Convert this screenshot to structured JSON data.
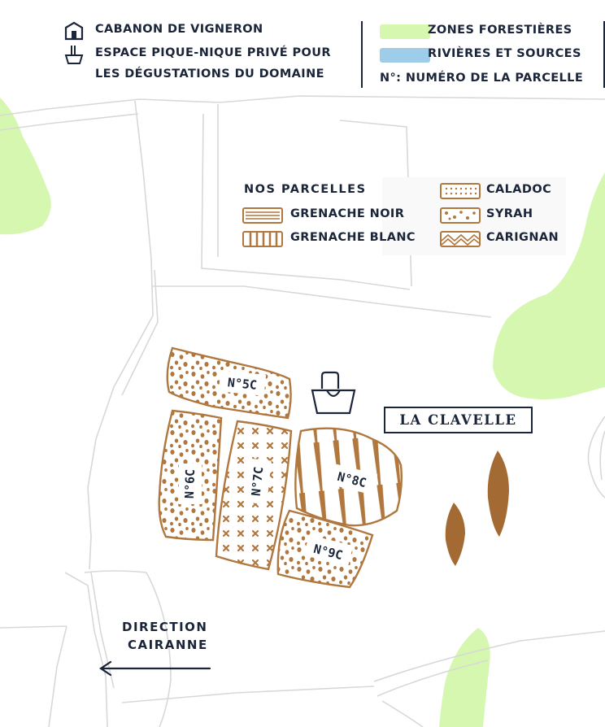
{
  "legend": {
    "cabin_label": "CABANON DE VIGNERON",
    "picnic_label_line1": "ESPACE PIQUE-NIQUE PRIVÉ POUR",
    "picnic_label_line2": "LES DÉGUSTATIONS DU DOMAINE",
    "forest_label": "ZONES FORESTIÈRES",
    "river_label": "RIVIÈRES ET SOURCES",
    "parcel_number_label": "N°: NUMÉRO DE LA PARCELLE",
    "forest_color": "#d6f7b0",
    "river_color": "#9ecde9"
  },
  "parcel_legend": {
    "title": "NOS PARCELLES",
    "items": [
      {
        "label": "GRENACHE NOIR",
        "pattern": "horizontal-lines"
      },
      {
        "label": "GRENACHE BLANC",
        "pattern": "vertical-bars"
      },
      {
        "label": "CALADOC",
        "pattern": "grid-dots"
      },
      {
        "label": "SYRAH",
        "pattern": "random-dots"
      },
      {
        "label": "CARIGNAN",
        "pattern": "zigzag"
      }
    ]
  },
  "parcels": {
    "p5": {
      "label": "N°5C",
      "variety": "SYRAH"
    },
    "p6": {
      "label": "N°6C",
      "variety": "SYRAH"
    },
    "p7": {
      "label": "N°7C",
      "variety": "CROSSES"
    },
    "p8": {
      "label": "N°8C",
      "variety": "GRENACHE BLANC"
    },
    "p9": {
      "label": "N°9C",
      "variety": "SYRAH"
    }
  },
  "estate": {
    "name": "LA CLAVELLE"
  },
  "direction": {
    "line1": "DIRECTION",
    "line2": "CAIRANNE"
  },
  "colors": {
    "ink": "#1b2539",
    "vine": "#b0773e",
    "tree": "#a36a33",
    "road": "#d8d8d8"
  }
}
